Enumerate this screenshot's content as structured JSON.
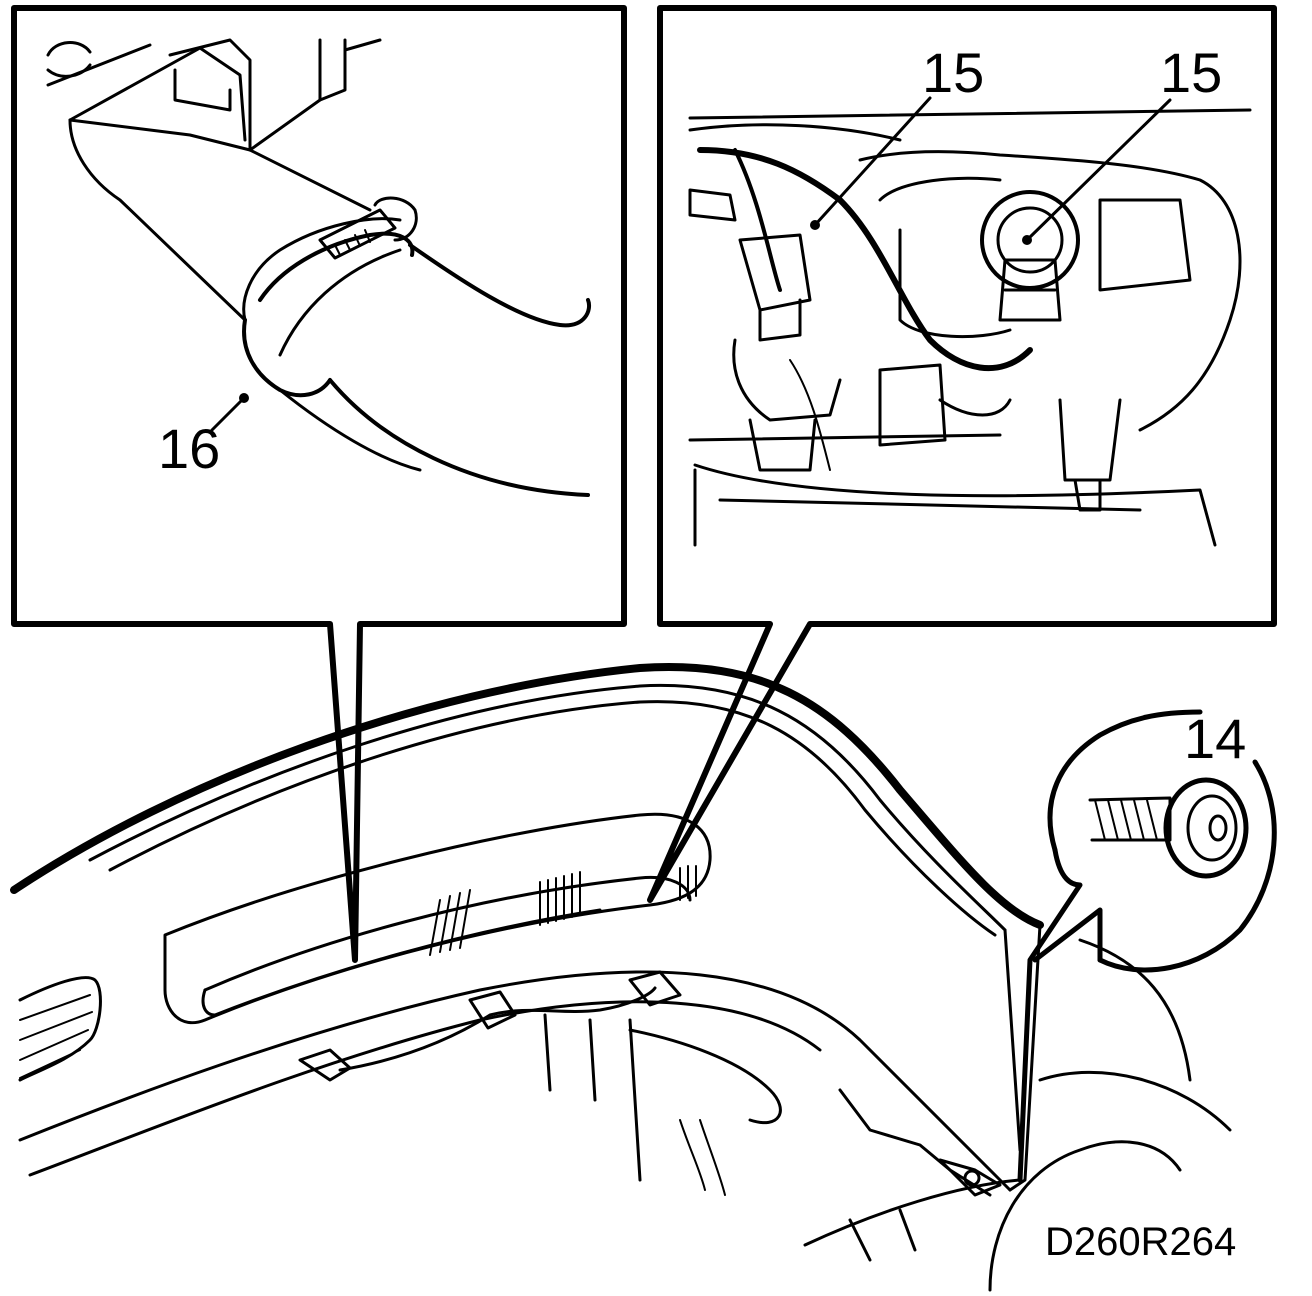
{
  "diagram": {
    "figure_code": "D260R264",
    "callouts": {
      "detail_left": "16",
      "detail_right_a": "15",
      "detail_right_b": "15",
      "screw_detail": "14"
    },
    "colors": {
      "ink": "#000000",
      "paper": "#ffffff"
    }
  }
}
